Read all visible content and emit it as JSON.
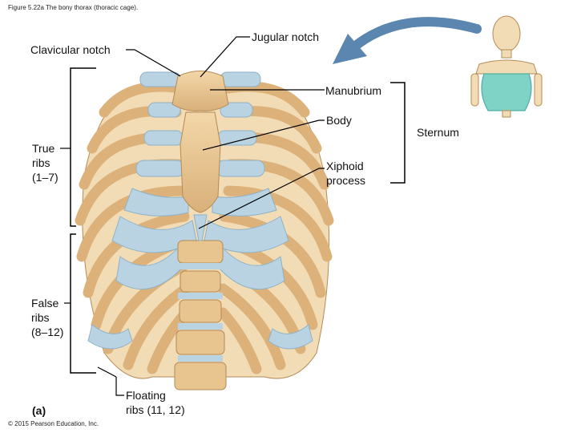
{
  "figure": {
    "caption": "Figure 5.22a The bony thorax (thoracic cage).",
    "panel": "(a)",
    "copyright": "© 2015 Pearson Education, Inc."
  },
  "labels": {
    "jugular_notch": "Jugular notch",
    "clavicular_notch": "Clavicular notch",
    "manubrium": "Manubrium",
    "body": "Body",
    "sternum": "Sternum",
    "true_ribs": "True\nribs\n(1–7)",
    "xiphoid_process": "Xiphoid\nprocess",
    "false_ribs": "False\nribs\n(8–12)",
    "floating_ribs": "Floating\nribs (11, 12)"
  },
  "colors": {
    "bone": "#e8c48e",
    "bone_dark": "#b48a55",
    "cartilage": "#b9d3e3",
    "cartilage_dark": "#8fb2c8",
    "inset_cage": "#7fd3c6",
    "arrow": "#5b86b0",
    "leader_line": "#000000"
  }
}
